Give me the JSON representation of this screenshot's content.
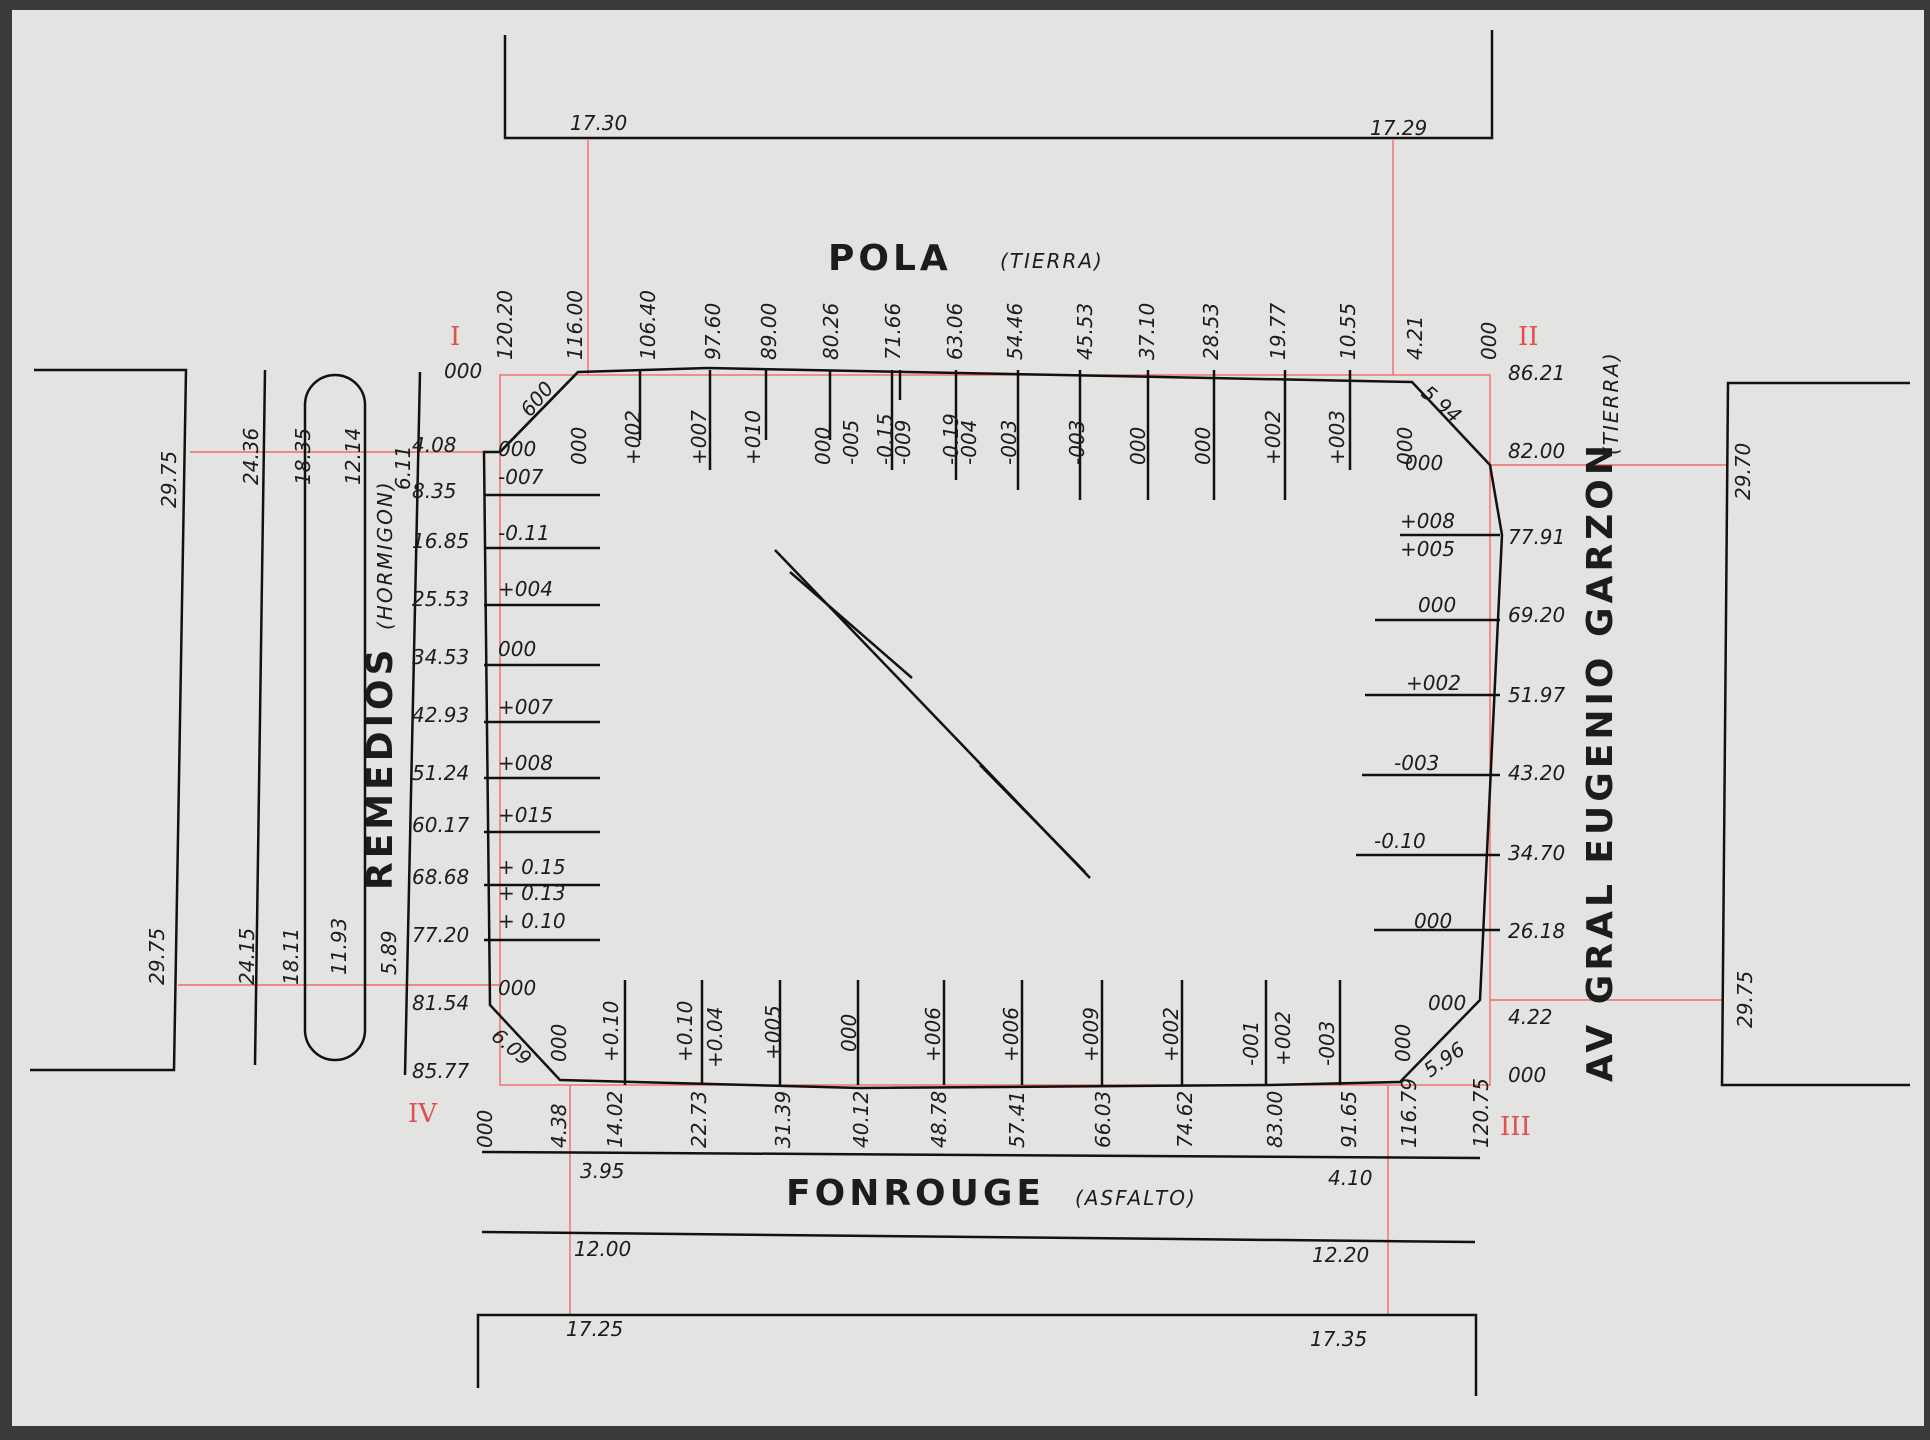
{
  "streets": {
    "north": {
      "name": "POLA",
      "surface": "(TIERRA)"
    },
    "south": {
      "name": "FONROUGE",
      "surface": "(ASFALTO)"
    },
    "west": {
      "name": "REMEDIOS",
      "surface": "(HORMIGON)"
    },
    "east": {
      "name": "AV GRAL EUGENIO GARZON",
      "surface": "(TIERRA)"
    }
  },
  "corners": {
    "I": "I",
    "II": "II",
    "III": "III",
    "IV": "IV"
  },
  "outer_widths": {
    "top_left": "17.30",
    "top_right": "17.29",
    "bottom_left": "17.25",
    "bottom_right": "17.35",
    "left_top": "29.75",
    "left_bottom": "29.75",
    "right_top": "29.70",
    "right_bottom": "29.75"
  },
  "south_street_widths": {
    "a": "3.95",
    "b": "4.10",
    "c": "12.00",
    "d": "12.20"
  },
  "west_street_widths": {
    "top": [
      "24.36",
      "18.35",
      "12.14",
      "6.11"
    ],
    "bottom": [
      "24.15",
      "18.11",
      "11.93",
      "5.89"
    ]
  },
  "north_side": {
    "chainage": [
      "120.20",
      "116.00",
      "106.40",
      "97.60",
      "89.00",
      "80.26",
      "71.66",
      "63.06",
      "54.46",
      "45.53",
      "37.10",
      "28.53",
      "19.77",
      "10.55",
      "4.21",
      "000"
    ],
    "levels": [
      "000",
      "+002",
      "+007",
      "+010",
      "000",
      "-005",
      "-0.15",
      "-009",
      "-0.19",
      "-004",
      "-003",
      "-003",
      "000",
      "000",
      "+002",
      "+003",
      "000"
    ],
    "corner_offsets": [
      "000",
      "600",
      "5.94"
    ]
  },
  "east_side": {
    "chainage": [
      "86.21",
      "82.00",
      "77.91",
      "69.20",
      "51.97",
      "43.20",
      "34.70",
      "26.18",
      "4.22",
      "000"
    ],
    "levels": [
      "000",
      "+008",
      "+005",
      "000",
      "+002",
      "-003",
      "-0.10",
      "000",
      "000"
    ]
  },
  "south_side": {
    "chainage": [
      "000",
      "4.38",
      "14.02",
      "22.73",
      "31.39",
      "40.12",
      "48.78",
      "57.41",
      "66.03",
      "74.62",
      "83.00",
      "91.65",
      "116.79",
      "120.75"
    ],
    "levels": [
      "000",
      "+0.10",
      "+0.10",
      "+0.04",
      "+005",
      "000",
      "+006",
      "+006",
      "+009",
      "+002",
      "-001",
      "+002",
      "-003",
      "000"
    ],
    "corner_offset": "5.96"
  },
  "west_side": {
    "chainage": [
      "4.08",
      "8.35",
      "16.85",
      "25.53",
      "34.53",
      "42.93",
      "51.24",
      "60.17",
      "68.68",
      "77.20",
      "81.54",
      "85.77"
    ],
    "levels": [
      "000",
      "-007",
      "-0.11",
      "+004",
      "000",
      "+007",
      "+008",
      "+015",
      "+ 0.15",
      "+ 0.13",
      "+ 0.10",
      "000"
    ],
    "corner_offset": "6.09"
  }
}
